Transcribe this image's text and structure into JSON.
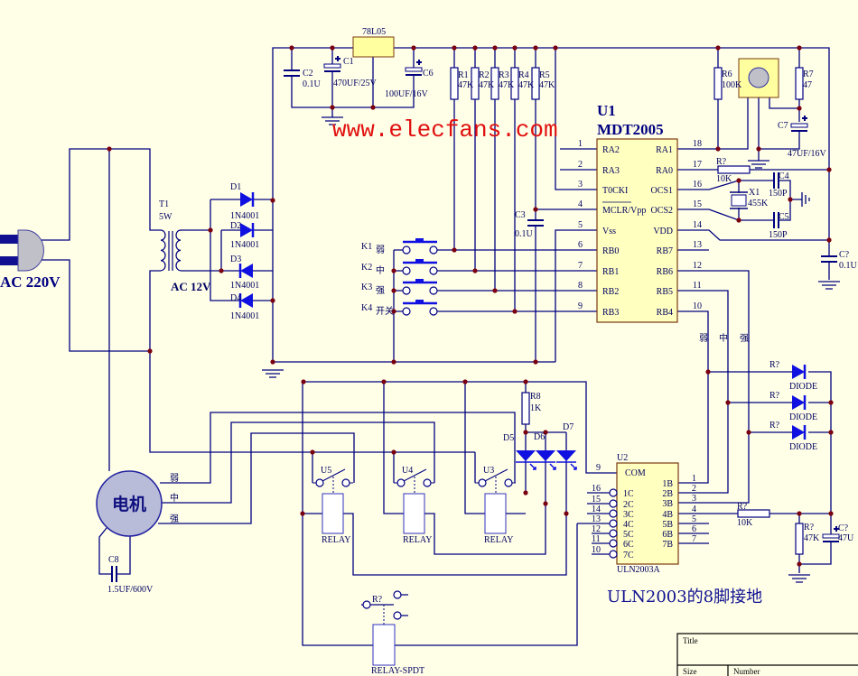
{
  "watermark": "www.elecfans.com",
  "power": {
    "plug_label": "AC 220V",
    "transformer": {
      "ref": "T1",
      "rating": "5W",
      "secondary": "AC 12V"
    },
    "diodes": [
      {
        "ref": "D1",
        "part": "1N4001"
      },
      {
        "ref": "D2",
        "part": "1N4001"
      },
      {
        "ref": "D3",
        "part": "1N4001"
      },
      {
        "ref": "D4",
        "part": "1N4001"
      }
    ],
    "regulator": "78L05",
    "c2": {
      "ref": "C2",
      "value": "0.1U"
    },
    "c1": {
      "ref": "C1",
      "value": "470UF/25V"
    },
    "c6": {
      "ref": "C6",
      "value": "100UF/16V"
    }
  },
  "pullups": [
    {
      "ref": "R1",
      "value": "47K"
    },
    {
      "ref": "R2",
      "value": "47K"
    },
    {
      "ref": "R3",
      "value": "47K"
    },
    {
      "ref": "R4",
      "value": "47K"
    },
    {
      "ref": "R5",
      "value": "47K"
    }
  ],
  "u1": {
    "ref": "U1",
    "part": "MDT2005",
    "left_pins": [
      {
        "num": "1",
        "name": "RA2"
      },
      {
        "num": "2",
        "name": "RA3"
      },
      {
        "num": "3",
        "name": "T0CKI"
      },
      {
        "num": "4",
        "name": "MCLR/Vpp"
      },
      {
        "num": "5",
        "name": "Vss"
      },
      {
        "num": "6",
        "name": "RB0"
      },
      {
        "num": "7",
        "name": "RB1"
      },
      {
        "num": "8",
        "name": "RB2"
      },
      {
        "num": "9",
        "name": "RB3"
      }
    ],
    "right_pins": [
      {
        "num": "18",
        "name": "RA1"
      },
      {
        "num": "17",
        "name": "RA0"
      },
      {
        "num": "16",
        "name": "OCS1"
      },
      {
        "num": "15",
        "name": "OCS2"
      },
      {
        "num": "14",
        "name": "VDD"
      },
      {
        "num": "13",
        "name": "RB7"
      },
      {
        "num": "12",
        "name": "RB6"
      },
      {
        "num": "11",
        "name": "RB5"
      },
      {
        "num": "10",
        "name": "RB4"
      }
    ]
  },
  "c3": {
    "ref": "C3",
    "value": "0.1U"
  },
  "buttons": [
    {
      "ref": "K1",
      "label": "弱"
    },
    {
      "ref": "K2",
      "label": "中"
    },
    {
      "ref": "K3",
      "label": "强"
    },
    {
      "ref": "K4",
      "label": "开关"
    }
  ],
  "osc": {
    "r": {
      "ref": "R?",
      "value": "10K"
    },
    "x1": {
      "ref": "X1",
      "value": "455K"
    },
    "c4": {
      "ref": "C4",
      "value": "150P"
    },
    "c5": {
      "ref": "C5",
      "value": "150P"
    }
  },
  "vdd_cap": {
    "ref": "C?",
    "value": "0.1U"
  },
  "r6": {
    "ref": "R6",
    "value": "100K"
  },
  "r7": {
    "ref": "R7",
    "value": "47"
  },
  "c7": {
    "ref": "C7",
    "value": "47UF/16V"
  },
  "speed_labels": [
    "弱",
    "中",
    "强"
  ],
  "out_diodes": [
    {
      "ref": "R?",
      "part": "DIODE"
    },
    {
      "ref": "R?",
      "part": "DIODE"
    },
    {
      "ref": "R?",
      "part": "DIODE"
    }
  ],
  "r8": {
    "ref": "R8",
    "value": "1K"
  },
  "leds": [
    "D5",
    "D6",
    "D7"
  ],
  "u2": {
    "ref": "U2",
    "part": "ULN2003A",
    "com": {
      "num": "9",
      "name": "COM"
    },
    "inputs": [
      {
        "num": "1",
        "name": "1B"
      },
      {
        "num": "2",
        "name": "2B"
      },
      {
        "num": "3",
        "name": "3B"
      },
      {
        "num": "4",
        "name": "4B"
      },
      {
        "num": "5",
        "name": "5B"
      },
      {
        "num": "6",
        "name": "6B"
      },
      {
        "num": "7",
        "name": "7B"
      }
    ],
    "outputs": [
      {
        "num": "16",
        "name": "1C"
      },
      {
        "num": "15",
        "name": "2C"
      },
      {
        "num": "14",
        "name": "3C"
      },
      {
        "num": "13",
        "name": "4C"
      },
      {
        "num": "12",
        "name": "5C"
      },
      {
        "num": "11",
        "name": "6C"
      },
      {
        "num": "10",
        "name": "7C"
      }
    ]
  },
  "r_timer": {
    "ref": "R?",
    "value": "10K"
  },
  "r_gnd": {
    "ref": "R?",
    "value": "47K"
  },
  "c_timer": {
    "ref": "C?",
    "value": "47U"
  },
  "motor": {
    "label": "电机",
    "taps": [
      "弱",
      "中",
      "强"
    ],
    "cap": {
      "ref": "C8",
      "value": "1.5UF/600V"
    }
  },
  "relays": [
    {
      "ref": "U5",
      "label": "RELAY"
    },
    {
      "ref": "U4",
      "label": "RELAY"
    },
    {
      "ref": "U3",
      "label": "RELAY"
    }
  ],
  "relay_spdt": {
    "ref": "R?",
    "label": "RELAY-SPDT"
  },
  "note": "ULN2003的8脚接地",
  "title_block": {
    "title": "Title",
    "size": "Size",
    "number": "Number"
  },
  "colors": {
    "background": "#ffffe8",
    "wire": "#000080",
    "junction": "#7a0010",
    "diode": "#1010e0",
    "watermark": "#e01010"
  }
}
